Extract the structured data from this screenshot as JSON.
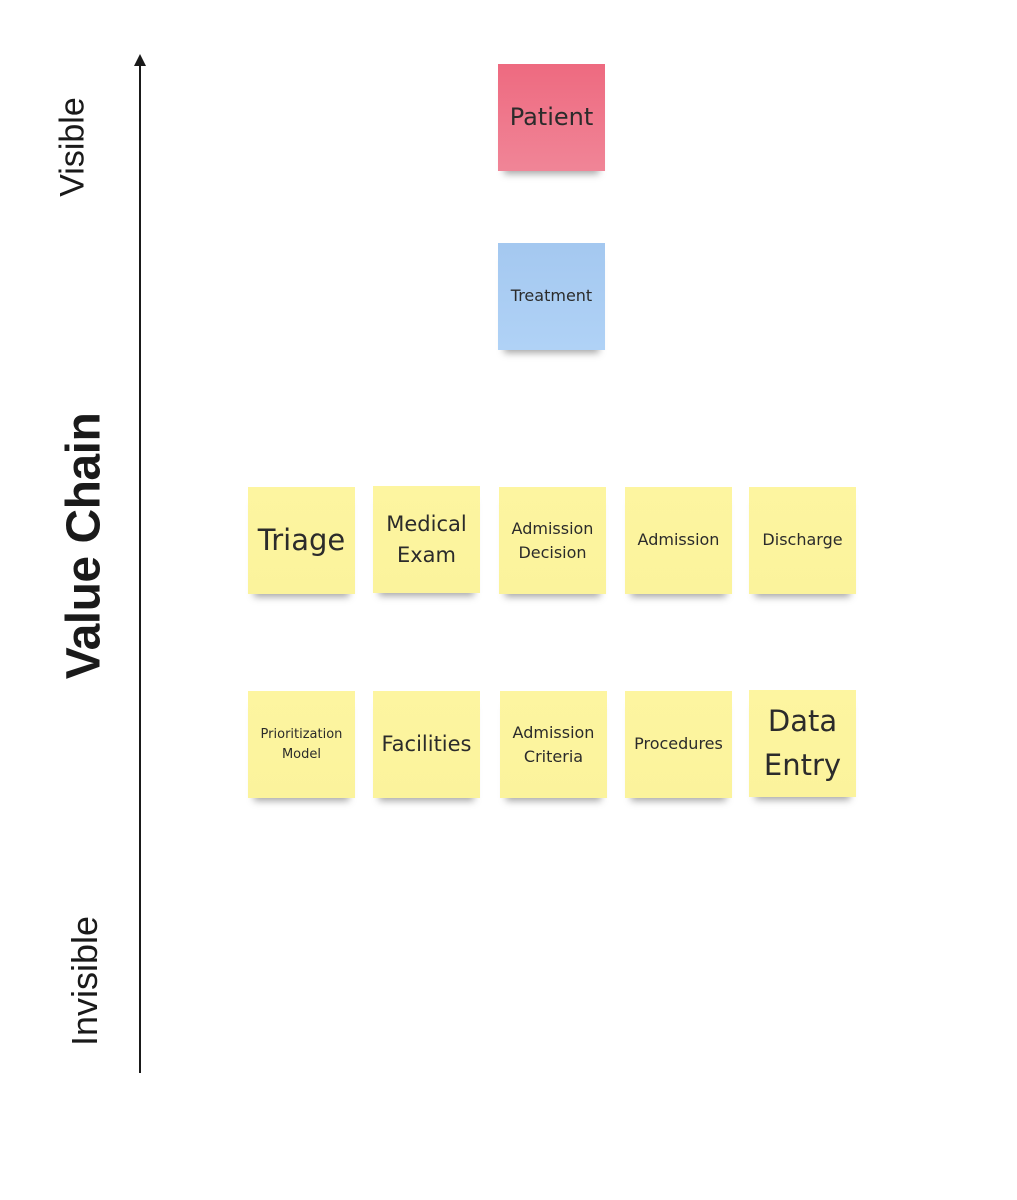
{
  "axis": {
    "top_label": "Visible",
    "bottom_label": "Invisible",
    "title": "Value Chain"
  },
  "notes": {
    "patient": "Patient",
    "treatment": "Treatment",
    "triage": "Triage",
    "medical_exam": "Medical Exam",
    "admission_decision": "Admission Decision",
    "admission": "Admission",
    "discharge": "Discharge",
    "prioritization_model": "Prioritization Model",
    "facilities": "Facilities",
    "admission_criteria": "Admission Criteria",
    "procedures": "Procedures",
    "data_entry": "Data Entry"
  },
  "colors": {
    "patient": "#ef7487",
    "treatment": "#a9cdf3",
    "yellow_notes": "#fcf49e",
    "axis": "#1a1a1a"
  }
}
